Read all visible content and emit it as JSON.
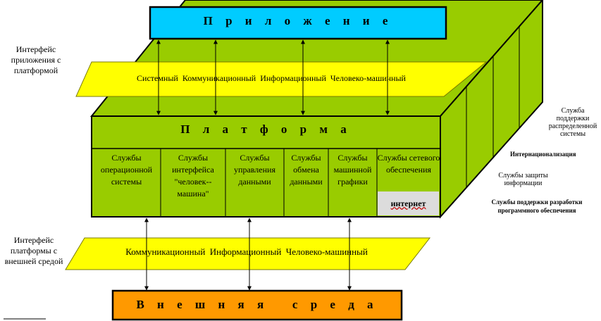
{
  "app": {
    "title": "П р и л о ж е н и е"
  },
  "app_interface": {
    "label": "Интерфейс приложения с платформой",
    "band_text": "Системный  Коммуникационный  Информационный  Человеко-машинный"
  },
  "platform": {
    "title": "П л а т ф о р м а",
    "services": [
      "Службы операционной системы",
      "Службы интерфейса \"человек--машина\"",
      "Службы управления данными",
      "Службы обмена данными",
      "Службы машинной графики",
      "Службы сетевого обеспечения"
    ],
    "internet_label": "интернет"
  },
  "side_services": {
    "distributed": "Служба поддержки распределенной системы",
    "internationalization": "Интернационализация",
    "security": "Службы защиты информации",
    "dev_support": "Службы поддержки разработки программного обеспечения"
  },
  "env_interface": {
    "label": "Интерфейс платформы с внешней средой",
    "band_text": "Коммуникационный  Информационный  Человеко-машинный"
  },
  "environment": {
    "title": "В н е ш н я я   с р е д а"
  },
  "colors": {
    "green": "#99cc00",
    "cyan": "#00ccff",
    "yellow": "#ffff00",
    "orange": "#ff9900",
    "grey": "#dcdcdc"
  }
}
